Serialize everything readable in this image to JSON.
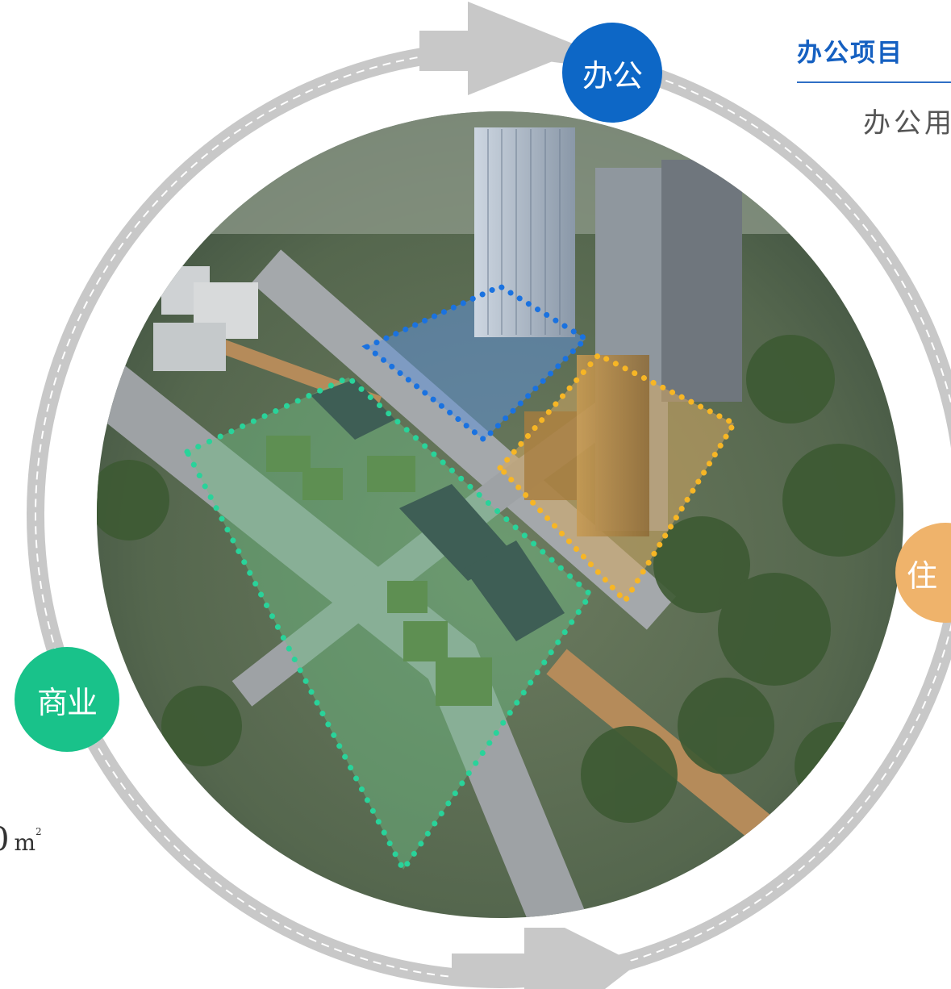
{
  "labels": {
    "office": "办公",
    "residence": "住",
    "commerce": "商业"
  },
  "header": {
    "title": "办公项目",
    "subtitle": "办公用"
  },
  "area_text": {
    "value": "0",
    "unit": "m",
    "superscript": "2"
  },
  "colors": {
    "office": "#0d67c6",
    "residence": "#efb36b",
    "commerce": "#19c28a",
    "ring": "#c8c8c8"
  }
}
